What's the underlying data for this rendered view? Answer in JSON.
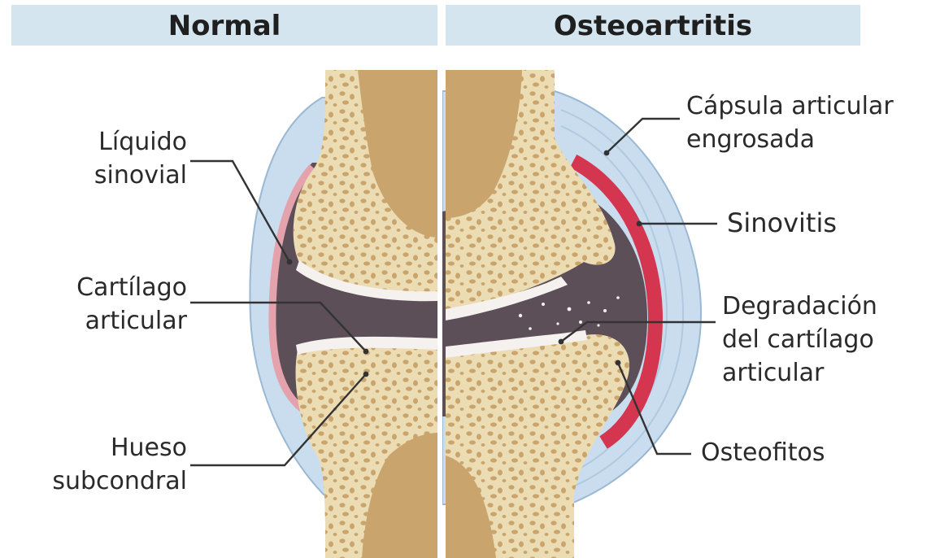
{
  "header": {
    "normal": "Normal",
    "osteoarthritis": "Osteoartritis"
  },
  "labels_left": {
    "synovial_fluid": [
      "Líquido",
      "sinovial"
    ],
    "articular_cartilage": [
      "Cartílago",
      "articular"
    ],
    "subchondral_bone": [
      "Hueso",
      "subcondral"
    ]
  },
  "labels_right": {
    "thickened_capsule": [
      "Cápsula articular",
      "engrosada"
    ],
    "synovitis": [
      "Sinovitis"
    ],
    "cartilage_degradation": [
      "Degradación",
      "del cartílago",
      "articular"
    ],
    "osteophytes": [
      "Osteofitos"
    ]
  },
  "colors": {
    "header_band": "#d5e5f0",
    "capsule": "#c9ddef",
    "capsule_outline": "#9ab8d3",
    "synovial_fluid": "#5c4f57",
    "synovium": "#e4a2ac",
    "synovitis": "#d4364f",
    "bone": "#ecdcb3",
    "marrow": "#c9a56d",
    "cartilage": "#f4f1ef",
    "leader_lines": "#333333"
  }
}
